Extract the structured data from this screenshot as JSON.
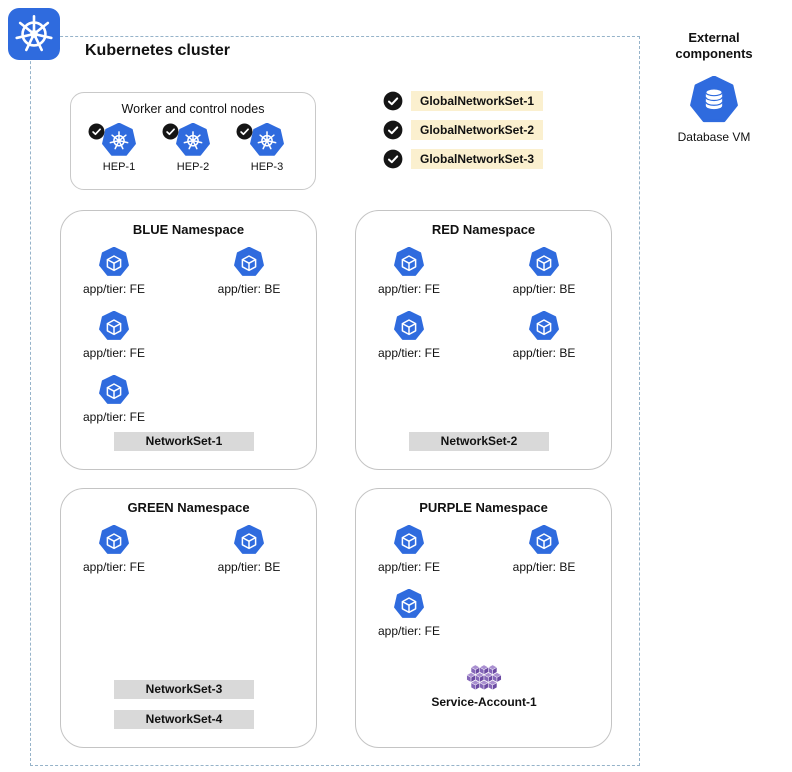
{
  "colors": {
    "kubernetes_blue": "#2F6BDE",
    "highlight_yellow": "#FBF0CF",
    "label_gray": "#D9D9D9",
    "service_account_purple": "#7B57AD",
    "check_black": "#151515"
  },
  "icons": {
    "logo": "kubernetes-helm-icon",
    "node": "kubernetes-node-icon",
    "pod": "pod-cube-icon",
    "check": "checkmark-icon",
    "database": "database-cylinder-icon",
    "service_account": "service-account-cubes-icon"
  },
  "cluster": {
    "title": "Kubernetes cluster",
    "worker_box": {
      "title": "Worker and control nodes",
      "nodes": [
        {
          "label": "HEP-1"
        },
        {
          "label": "HEP-2"
        },
        {
          "label": "HEP-3"
        }
      ]
    },
    "global_network_sets": [
      {
        "label": "GlobalNetworkSet-1"
      },
      {
        "label": "GlobalNetworkSet-2"
      },
      {
        "label": "GlobalNetworkSet-3"
      }
    ],
    "namespaces": [
      {
        "title": "BLUE Namespace",
        "pods": [
          {
            "label": "app/tier: FE"
          },
          {
            "label": "app/tier: BE"
          },
          {
            "label": "app/tier: FE"
          },
          {
            "label": "app/tier: FE"
          }
        ],
        "network_sets": [
          "NetworkSet-1"
        ]
      },
      {
        "title": "RED Namespace",
        "pods": [
          {
            "label": "app/tier: FE"
          },
          {
            "label": "app/tier: BE"
          },
          {
            "label": "app/tier: FE"
          },
          {
            "label": "app/tier: BE"
          }
        ],
        "network_sets": [
          "NetworkSet-2"
        ]
      },
      {
        "title": "GREEN Namespace",
        "pods": [
          {
            "label": "app/tier: FE"
          },
          {
            "label": "app/tier: BE"
          }
        ],
        "network_sets": [
          "NetworkSet-3",
          "NetworkSet-4"
        ]
      },
      {
        "title": "PURPLE Namespace",
        "pods": [
          {
            "label": "app/tier: FE"
          },
          {
            "label": "app/tier: BE"
          },
          {
            "label": "app/tier: FE"
          }
        ],
        "network_sets": [],
        "service_account": "Service-Account-1"
      }
    ]
  },
  "external": {
    "title": "External components",
    "items": [
      {
        "label": "Database VM"
      }
    ]
  }
}
